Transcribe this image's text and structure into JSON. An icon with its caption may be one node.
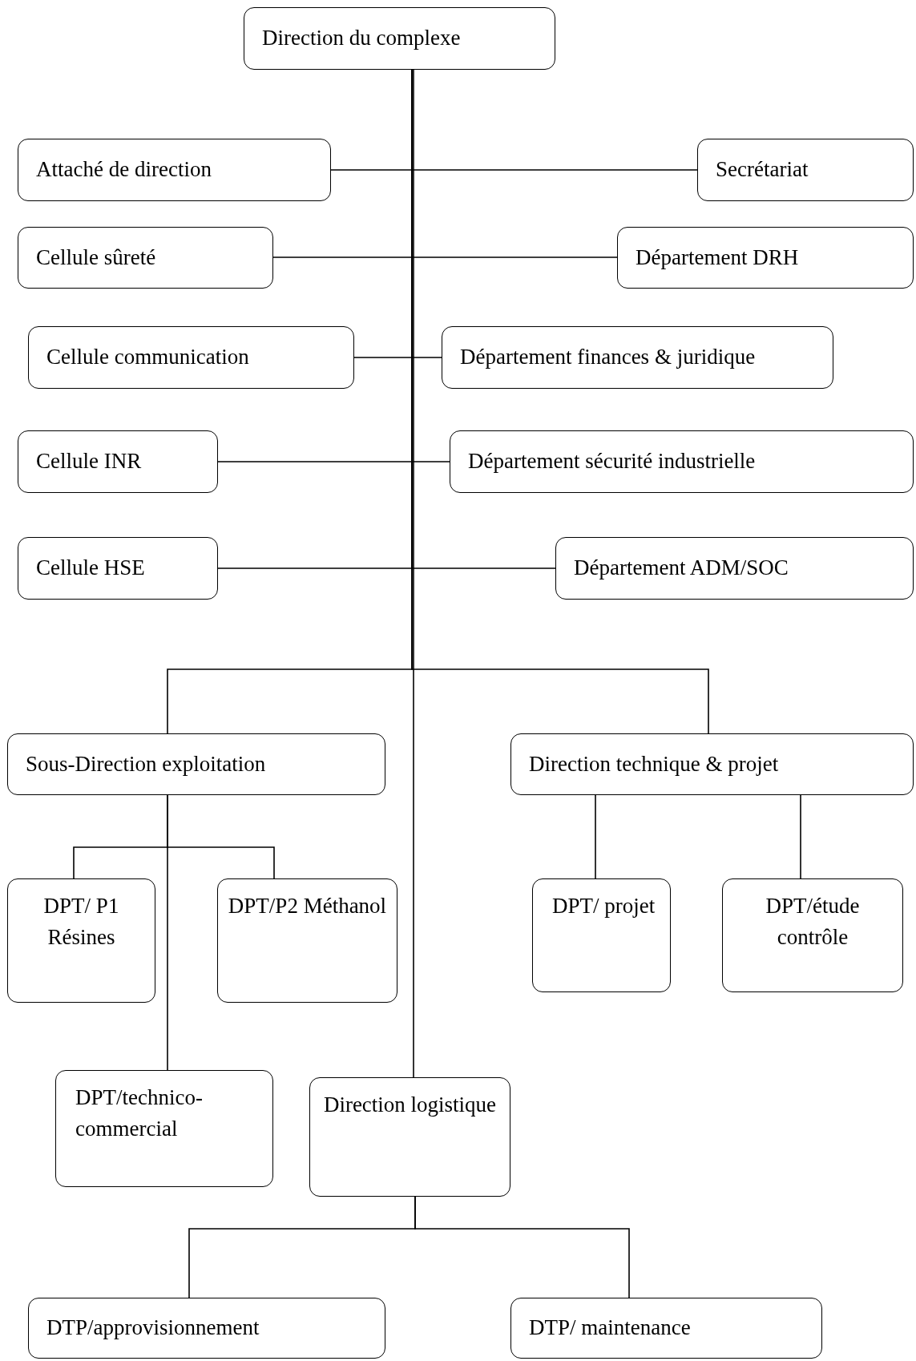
{
  "diagram": {
    "nodes": [
      {
        "text": [
          "Direction du complexe"
        ]
      },
      {
        "text": [
          "Attaché de direction"
        ]
      },
      {
        "text": [
          "Secrétariat"
        ]
      },
      {
        "text": [
          "Cellule sûreté"
        ]
      },
      {
        "text": [
          "Département DRH"
        ]
      },
      {
        "text": [
          "Cellule communication"
        ]
      },
      {
        "text": [
          "Département finances & juridique"
        ]
      },
      {
        "text": [
          "Cellule INR"
        ]
      },
      {
        "text": [
          "Département sécurité industrielle"
        ]
      },
      {
        "text": [
          "Cellule HSE"
        ]
      },
      {
        "text": [
          "Département ADM/SOC"
        ]
      },
      {
        "text": [
          "Sous-Direction exploitation"
        ]
      },
      {
        "text": [
          "Direction technique & projet"
        ]
      },
      {
        "text": [
          "DPT/ P1 Résines"
        ]
      },
      {
        "text": [
          "DPT/P2 Méthanol"
        ]
      },
      {
        "text": [
          "DPT/ projet"
        ]
      },
      {
        "text": [
          "DPT/étude contrôle"
        ]
      },
      {
        "text": [
          "DPT/technico-commercial"
        ]
      },
      {
        "text": [
          "Direction logistique"
        ]
      },
      {
        "text": [
          "DTP/approvisionnement"
        ]
      },
      {
        "text": [
          "DTP/ maintenance"
        ]
      }
    ],
    "edges": [
      {
        "from": 0,
        "to": 1,
        "arrow": "none"
      },
      {
        "from": 0,
        "to": 2,
        "arrow": "none"
      },
      {
        "from": 0,
        "to": 3,
        "arrow": "none"
      },
      {
        "from": 0,
        "to": 4,
        "arrow": "none"
      },
      {
        "from": 0,
        "to": 5,
        "arrow": "none"
      },
      {
        "from": 0,
        "to": 6,
        "arrow": "none"
      },
      {
        "from": 0,
        "to": 7,
        "arrow": "none"
      },
      {
        "from": 0,
        "to": 8,
        "arrow": "none"
      },
      {
        "from": 0,
        "to": 9,
        "arrow": "none"
      },
      {
        "from": 0,
        "to": 10,
        "arrow": "none"
      },
      {
        "from": 0,
        "to": 11,
        "arrow": "none"
      },
      {
        "from": 0,
        "to": 12,
        "arrow": "none"
      },
      {
        "from": 0,
        "to": 18,
        "arrow": "none"
      },
      {
        "from": 11,
        "to": 13,
        "arrow": "none"
      },
      {
        "from": 11,
        "to": 14,
        "arrow": "none"
      },
      {
        "from": 11,
        "to": 17,
        "arrow": "none"
      },
      {
        "from": 12,
        "to": 15,
        "arrow": "none"
      },
      {
        "from": 12,
        "to": 16,
        "arrow": "none"
      },
      {
        "from": 18,
        "to": 19,
        "arrow": "none"
      },
      {
        "from": 18,
        "to": 20,
        "arrow": "none"
      }
    ]
  }
}
